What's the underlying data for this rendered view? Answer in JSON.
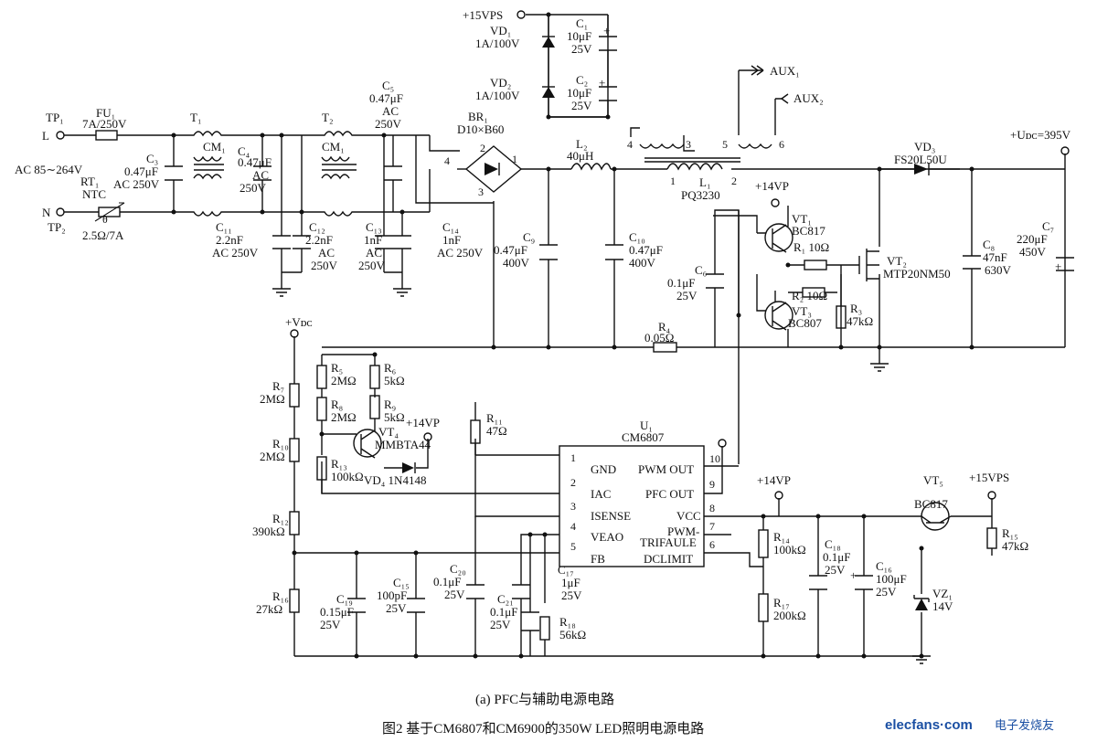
{
  "labels": [
    {
      "id": "tp1",
      "text": "TP₁"
    },
    {
      "id": "l",
      "text": "L"
    },
    {
      "id": "fu1",
      "text": "FU₁"
    },
    {
      "id": "fu1v",
      "text": "7A/250V"
    },
    {
      "id": "ac",
      "text": "AC 85∼264V"
    },
    {
      "id": "c3",
      "text": "C₃"
    },
    {
      "id": "c3v",
      "text": "0.47μF"
    },
    {
      "id": "c3r",
      "text": "AC 250V"
    },
    {
      "id": "rt1",
      "text": "RT₁"
    },
    {
      "id": "ntc",
      "text": "NTC"
    },
    {
      "id": "theta",
      "text": "θ"
    },
    {
      "id": "n",
      "text": "N"
    },
    {
      "id": "tp2",
      "text": "TP₂"
    },
    {
      "id": "rt1v",
      "text": "2.5Ω/7A"
    },
    {
      "id": "t1",
      "text": "T₁"
    },
    {
      "id": "cm1a",
      "text": "CM₁"
    },
    {
      "id": "c4",
      "text": "C₄"
    },
    {
      "id": "c4v",
      "text": "0.47μF"
    },
    {
      "id": "c4a",
      "text": "AC"
    },
    {
      "id": "c4r",
      "text": "250V"
    },
    {
      "id": "t2",
      "text": "T₂"
    },
    {
      "id": "cm1b",
      "text": "CM₁"
    },
    {
      "id": "c11",
      "text": "C₁₁"
    },
    {
      "id": "c11v",
      "text": "2.2nF"
    },
    {
      "id": "c11r",
      "text": "AC 250V"
    },
    {
      "id": "c12",
      "text": "C₁₂"
    },
    {
      "id": "c12v",
      "text": "2.2nF"
    },
    {
      "id": "c12a",
      "text": "AC"
    },
    {
      "id": "c12r",
      "text": "250V"
    },
    {
      "id": "c5",
      "text": "C₅"
    },
    {
      "id": "c5v",
      "text": "0.47μF"
    },
    {
      "id": "c5a",
      "text": "AC"
    },
    {
      "id": "c5r",
      "text": "250V"
    },
    {
      "id": "c13",
      "text": "C₁₃"
    },
    {
      "id": "c13v",
      "text": "1nF"
    },
    {
      "id": "c13a",
      "text": "AC"
    },
    {
      "id": "c13r",
      "text": "250V"
    },
    {
      "id": "c14",
      "text": "C₁₄"
    },
    {
      "id": "c14v",
      "text": "1nF"
    },
    {
      "id": "c14r",
      "text": "AC 250V"
    },
    {
      "id": "br1",
      "text": "BR₁"
    },
    {
      "id": "br1v",
      "text": "D10×B60"
    },
    {
      "id": "p4",
      "text": "4"
    },
    {
      "id": "p2",
      "text": "2"
    },
    {
      "id": "p3",
      "text": "3"
    },
    {
      "id": "p1",
      "text": "1"
    },
    {
      "id": "15vps",
      "text": "+15VPS"
    },
    {
      "id": "vd1",
      "text": "VD₁"
    },
    {
      "id": "vd1v",
      "text": "1A/100V"
    },
    {
      "id": "c1",
      "text": "C₁"
    },
    {
      "id": "c1v",
      "text": "10μF"
    },
    {
      "id": "c1r",
      "text": "25V"
    },
    {
      "id": "vd2",
      "text": "VD₂"
    },
    {
      "id": "vd2v",
      "text": "1A/100V"
    },
    {
      "id": "c2",
      "text": "C₂"
    },
    {
      "id": "c2v",
      "text": "10μF"
    },
    {
      "id": "c2r",
      "text": "25V"
    },
    {
      "id": "aux1",
      "text": "AUX₁"
    },
    {
      "id": "aux2",
      "text": "AUX₂"
    },
    {
      "id": "w4",
      "text": "4"
    },
    {
      "id": "w3",
      "text": "3"
    },
    {
      "id": "w5",
      "text": "5"
    },
    {
      "id": "w6",
      "text": "6"
    },
    {
      "id": "l2",
      "text": "L₂"
    },
    {
      "id": "l2v",
      "text": "40μH"
    },
    {
      "id": "l1",
      "text": "L₁"
    },
    {
      "id": "l1p1",
      "text": "1"
    },
    {
      "id": "l1p2",
      "text": "2"
    },
    {
      "id": "l1v",
      "text": "PQ3230"
    },
    {
      "id": "14vp1",
      "text": "+14VP"
    },
    {
      "id": "vdc",
      "text": "+Uᴅᴄ=395V"
    },
    {
      "id": "vd3",
      "text": "VD₃"
    },
    {
      "id": "vd3v",
      "text": "FS20L50U"
    },
    {
      "id": "c9",
      "text": "C₉"
    },
    {
      "id": "c9v",
      "text": "0.47μF"
    },
    {
      "id": "c9r",
      "text": "400V"
    },
    {
      "id": "c10",
      "text": "C₁₀"
    },
    {
      "id": "c10v",
      "text": "0.47μF"
    },
    {
      "id": "c10r",
      "text": "400V"
    },
    {
      "id": "c6",
      "text": "C₆"
    },
    {
      "id": "c6v",
      "text": "0.1μF"
    },
    {
      "id": "c6r",
      "text": "25V"
    },
    {
      "id": "vt1",
      "text": "VT₁"
    },
    {
      "id": "vt1v",
      "text": "BC817"
    },
    {
      "id": "r1",
      "text": "R₁ 10Ω"
    },
    {
      "id": "r2",
      "text": "R₂ 10Ω"
    },
    {
      "id": "vt3",
      "text": "VT₃"
    },
    {
      "id": "vt3v",
      "text": "BC807"
    },
    {
      "id": "r3",
      "text": "R₃"
    },
    {
      "id": "r3v",
      "text": "47kΩ"
    },
    {
      "id": "vt2",
      "text": "VT₂"
    },
    {
      "id": "vt2v",
      "text": "MTP20NM50"
    },
    {
      "id": "c8",
      "text": "C₈"
    },
    {
      "id": "c8v",
      "text": "47nF"
    },
    {
      "id": "c8r",
      "text": "630V"
    },
    {
      "id": "c7",
      "text": "C₇"
    },
    {
      "id": "c7v",
      "text": "220μF"
    },
    {
      "id": "c7r",
      "text": "450V"
    },
    {
      "id": "r4",
      "text": "R₄"
    },
    {
      "id": "r4v",
      "text": "0.05Ω"
    },
    {
      "id": "vdc2",
      "text": "+Vᴅᴄ"
    },
    {
      "id": "r5",
      "text": "R₅"
    },
    {
      "id": "r5v",
      "text": "2MΩ"
    },
    {
      "id": "r6",
      "text": "R₆"
    },
    {
      "id": "r6v",
      "text": "5kΩ"
    },
    {
      "id": "r7",
      "text": "R₇"
    },
    {
      "id": "r7v",
      "text": "2MΩ"
    },
    {
      "id": "r8",
      "text": "R₈"
    },
    {
      "id": "r8v",
      "text": "2MΩ"
    },
    {
      "id": "r9",
      "text": "R₉"
    },
    {
      "id": "r9v",
      "text": "5kΩ"
    },
    {
      "id": "vt4",
      "text": "VT₄"
    },
    {
      "id": "vt4v",
      "text": "MMBTA44"
    },
    {
      "id": "14vp2",
      "text": "+14VP"
    },
    {
      "id": "r11",
      "text": "R₁₁"
    },
    {
      "id": "r11v",
      "text": "47Ω"
    },
    {
      "id": "r10",
      "text": "R₁₀"
    },
    {
      "id": "r10v",
      "text": "2MΩ"
    },
    {
      "id": "r13",
      "text": "R₁₃"
    },
    {
      "id": "r13v",
      "text": "100kΩ"
    },
    {
      "id": "vd4",
      "text": "VD₄ 1N4148"
    },
    {
      "id": "u1",
      "text": "U₁"
    },
    {
      "id": "u1v",
      "text": "CM6807"
    },
    {
      "id": "pin1",
      "text": "1"
    },
    {
      "id": "pin2",
      "text": "2"
    },
    {
      "id": "pin3",
      "text": "3"
    },
    {
      "id": "pin4",
      "text": "4"
    },
    {
      "id": "pin5",
      "text": "5"
    },
    {
      "id": "pin10",
      "text": "10"
    },
    {
      "id": "pin9",
      "text": "9"
    },
    {
      "id": "pin8",
      "text": "8"
    },
    {
      "id": "pin7",
      "text": "7"
    },
    {
      "id": "pin6",
      "text": "6"
    },
    {
      "id": "gnd",
      "text": "GND"
    },
    {
      "id": "iac",
      "text": "IAC"
    },
    {
      "id": "isense",
      "text": "ISENSE"
    },
    {
      "id": "veao",
      "text": "VEAO"
    },
    {
      "id": "fb",
      "text": "FB"
    },
    {
      "id": "pwmout",
      "text": "PWM OUT"
    },
    {
      "id": "pfcout",
      "text": "PFC OUT"
    },
    {
      "id": "vcc",
      "text": "VCC"
    },
    {
      "id": "pwm",
      "text": "PWM-"
    },
    {
      "id": "trifaule",
      "text": "TRIFAULE"
    },
    {
      "id": "dclimit",
      "text": "DCLIMIT"
    },
    {
      "id": "14vp3",
      "text": "+14VP"
    },
    {
      "id": "15vps2",
      "text": "+15VPS"
    },
    {
      "id": "vt5",
      "text": "VT₅"
    },
    {
      "id": "vt5v",
      "text": "BC817"
    },
    {
      "id": "r15",
      "text": "R₁₅"
    },
    {
      "id": "r15v",
      "text": "47kΩ"
    },
    {
      "id": "r12",
      "text": "R₁₂"
    },
    {
      "id": "r12v",
      "text": "390kΩ"
    },
    {
      "id": "r14",
      "text": "R₁₄"
    },
    {
      "id": "r14v",
      "text": "100kΩ"
    },
    {
      "id": "c18",
      "text": "C₁₈"
    },
    {
      "id": "c18v",
      "text": "0.1μF"
    },
    {
      "id": "c18r",
      "text": "25V"
    },
    {
      "id": "c16",
      "text": "C₁₆"
    },
    {
      "id": "c16v",
      "text": "100μF"
    },
    {
      "id": "c16r",
      "text": "25V"
    },
    {
      "id": "c20",
      "text": "C₂₀"
    },
    {
      "id": "c20v",
      "text": "0.1μF"
    },
    {
      "id": "c20r",
      "text": "25V"
    },
    {
      "id": "c17",
      "text": "C₁₇"
    },
    {
      "id": "c17v",
      "text": "1μF"
    },
    {
      "id": "c17r",
      "text": "25V"
    },
    {
      "id": "r16",
      "text": "R₁₆"
    },
    {
      "id": "r16v",
      "text": "27kΩ"
    },
    {
      "id": "c19",
      "text": "C₁₉"
    },
    {
      "id": "c19v",
      "text": "0.15μF"
    },
    {
      "id": "c19r",
      "text": "25V"
    },
    {
      "id": "c15",
      "text": "C₁₅"
    },
    {
      "id": "c15v",
      "text": "100pF"
    },
    {
      "id": "c15r",
      "text": "25V"
    },
    {
      "id": "c21",
      "text": "C₂₁"
    },
    {
      "id": "c21v",
      "text": "0.1μF"
    },
    {
      "id": "c21r",
      "text": "25V"
    },
    {
      "id": "r18",
      "text": "R₁₈"
    },
    {
      "id": "r18v",
      "text": "56kΩ"
    },
    {
      "id": "r17",
      "text": "R₁₇"
    },
    {
      "id": "r17v",
      "text": "200kΩ"
    },
    {
      "id": "vz1",
      "text": "VZ₁"
    },
    {
      "id": "vz1v",
      "text": "14V"
    },
    {
      "id": "plus1",
      "text": "+"
    },
    {
      "id": "plus2",
      "text": "+"
    },
    {
      "id": "plus7",
      "text": "+"
    },
    {
      "id": "plus16",
      "text": "+"
    }
  ],
  "captions": {
    "sub": "(a)  PFC与辅助电源电路",
    "main": "图2   基于CM6807和CM6900的350W LED照明电源电路"
  },
  "watermark": {
    "brand": "elecfans·com",
    "cn": "电子发烧友"
  }
}
